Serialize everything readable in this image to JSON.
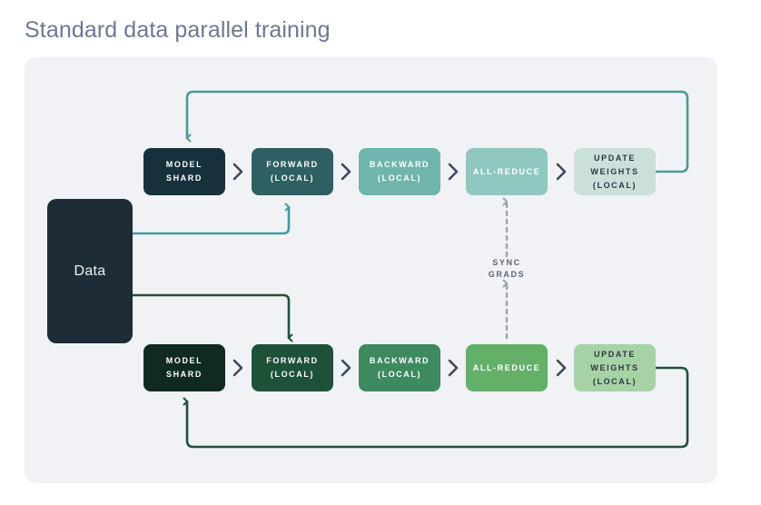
{
  "page": {
    "title": "Standard data parallel training",
    "title_color": "#6e7892",
    "panel_bg": "#f1f2f6",
    "page_bg": "#ffffff"
  },
  "colors": {
    "dark_navy": "#1d2c36",
    "row1_model_shard": "#17313c",
    "row1_forward": "#2d5f63",
    "row1_backward": "#6fb5ae",
    "row1_allreduce": "#8fc8c0",
    "row1_update": "#cbe0db",
    "row2_model_shard": "#102a20",
    "row2_forward": "#1e5238",
    "row2_backward": "#3d8a5f",
    "row2_allreduce": "#64b069",
    "row2_update": "#a7d2a6",
    "chevron": "#3d4a5c",
    "row1_arrow": "#4a9a99",
    "row2_arrow": "#1e5238",
    "sync_arrow": "#9aa3af",
    "label_light": "#ffffff",
    "label_dark": "#2c3743",
    "data_label": "#eef1f3"
  },
  "data_node": {
    "label": "Data",
    "name": "data-block"
  },
  "rows": [
    {
      "id": "row-1",
      "stages": [
        {
          "id": "model-shard",
          "label": "MODEL\nSHARD",
          "fill": "#17313c",
          "text": "#ffffff"
        },
        {
          "id": "forward",
          "label": "FORWARD\n(LOCAL)",
          "fill": "#2d5f63",
          "text": "#ffffff"
        },
        {
          "id": "backward",
          "label": "BACKWARD\n(LOCAL)",
          "fill": "#6fb5ae",
          "text": "#ffffff"
        },
        {
          "id": "all-reduce",
          "label": "ALL-REDUCE",
          "fill": "#8fc8c0",
          "text": "#ffffff"
        },
        {
          "id": "update-weights",
          "label": "UPDATE\nWEIGHTS\n(LOCAL)",
          "fill": "#cbe0db",
          "text": "#2c3743"
        }
      ]
    },
    {
      "id": "row-2",
      "stages": [
        {
          "id": "model-shard",
          "label": "MODEL\nSHARD",
          "fill": "#102a20",
          "text": "#ffffff"
        },
        {
          "id": "forward",
          "label": "FORWARD\n(LOCAL)",
          "fill": "#1e5238",
          "text": "#ffffff"
        },
        {
          "id": "backward",
          "label": "BACKWARD\n(LOCAL)",
          "fill": "#3d8a5f",
          "text": "#ffffff"
        },
        {
          "id": "all-reduce",
          "label": "ALL-REDUCE",
          "fill": "#64b069",
          "text": "#ffffff"
        },
        {
          "id": "update-weights",
          "label": "UPDATE\nWEIGHTS\n(LOCAL)",
          "fill": "#a7d2a6",
          "text": "#2c3743"
        }
      ]
    }
  ],
  "sync": {
    "label": "SYNC\nGRADS"
  },
  "chart_data": {
    "type": "diagram",
    "title": "Standard data parallel training",
    "nodes": [
      "Data",
      "MODEL SHARD (row 1)",
      "FORWARD (LOCAL) (row 1)",
      "BACKWARD (LOCAL) (row 1)",
      "ALL-REDUCE (row 1)",
      "UPDATE WEIGHTS (LOCAL) (row 1)",
      "MODEL SHARD (row 2)",
      "FORWARD (LOCAL) (row 2)",
      "BACKWARD (LOCAL) (row 2)",
      "ALL-REDUCE (row 2)",
      "UPDATE WEIGHTS (LOCAL) (row 2)"
    ],
    "edges": [
      {
        "from": "Data",
        "to": "FORWARD (LOCAL) (row 1)",
        "style": "solid",
        "direction": "one-way"
      },
      {
        "from": "Data",
        "to": "FORWARD (LOCAL) (row 2)",
        "style": "solid",
        "direction": "one-way"
      },
      {
        "from": "UPDATE WEIGHTS (LOCAL) (row 1)",
        "to": "MODEL SHARD (row 1)",
        "style": "solid",
        "direction": "one-way"
      },
      {
        "from": "UPDATE WEIGHTS (LOCAL) (row 2)",
        "to": "MODEL SHARD (row 2)",
        "style": "solid",
        "direction": "one-way"
      },
      {
        "from": "ALL-REDUCE (row 1)",
        "to": "ALL-REDUCE (row 2)",
        "style": "dashed",
        "direction": "two-way",
        "label": "SYNC GRADS"
      }
    ]
  }
}
